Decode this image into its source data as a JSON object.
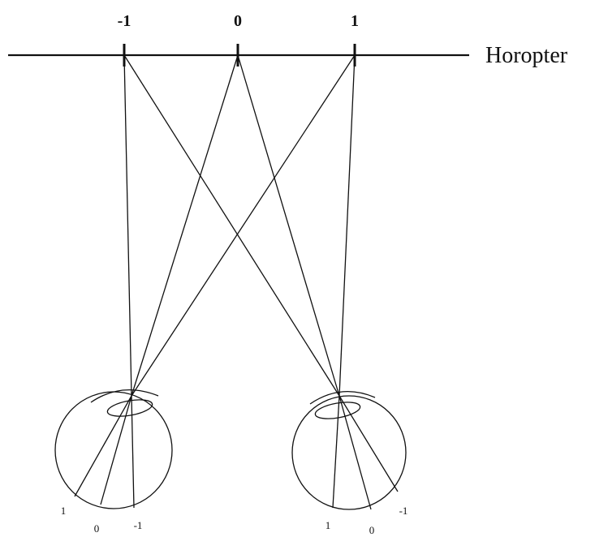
{
  "horopter": {
    "label": "Horopter",
    "points": [
      {
        "label": "-1"
      },
      {
        "label": "0"
      },
      {
        "label": "1"
      }
    ]
  },
  "left_eye": {
    "retina_labels": [
      "1",
      "0",
      "-1"
    ]
  },
  "right_eye": {
    "retina_labels": [
      "1",
      "0",
      "-1"
    ]
  },
  "colors": {
    "ink": "#111111",
    "background": "#ffffff"
  }
}
